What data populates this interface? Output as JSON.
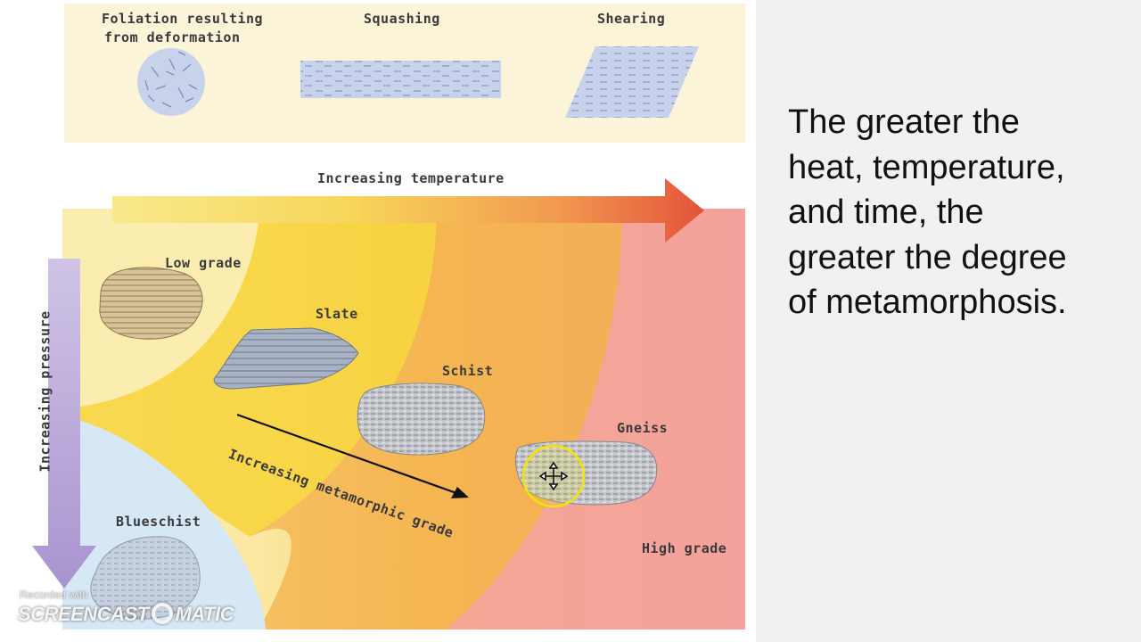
{
  "diagram": {
    "top_labels": {
      "foliation_line1": "Foliation resulting",
      "foliation_line2": "from deformation",
      "squashing": "Squashing",
      "shearing": "Shearing"
    },
    "temperature_label": "Increasing temperature",
    "pressure_label": "Increasing pressure",
    "grade_arrow_label": "Increasing metamorphic grade",
    "rocks": {
      "low_grade": "Low grade",
      "slate": "Slate",
      "schist": "Schist",
      "gneiss": "Gneiss",
      "blueschist": "Blueschist",
      "high_grade": "High grade"
    }
  },
  "slide_text": {
    "line1": "The greater the",
    "line2": "heat, temperature,",
    "line3": "and time, the",
    "line4": "greater the degree",
    "line5": "of metamorphosis."
  },
  "watermark": {
    "small": "Recorded with",
    "brand_left": "SCREENCAST",
    "brand_right": "MATIC"
  },
  "colors": {
    "temperature_arrow_start": "#f7e27a",
    "temperature_arrow_end": "#e8533a",
    "pressure_arrow": "#b9a6d6",
    "cursor_highlight": "#f2e600"
  }
}
